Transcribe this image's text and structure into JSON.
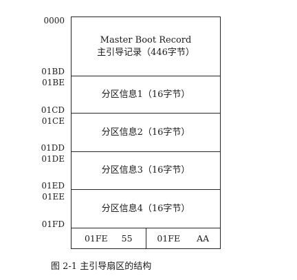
{
  "addresses": [
    "0000",
    "01BD",
    "01BE",
    "01CD",
    "01CE",
    "01DD",
    "01DE",
    "01ED",
    "01EE",
    "01FD"
  ],
  "mbr": {
    "line1": "Master Boot Record",
    "line2": "主引导记录（446字节）"
  },
  "partitions": [
    "分区信息1（16字节）",
    "分区信息2（16字节）",
    "分区信息3（16字节）",
    "分区信息4（16字节）"
  ],
  "signature": [
    {
      "offset": "01FE",
      "value": "55"
    },
    {
      "offset": "01FE",
      "value": "AA"
    }
  ],
  "caption": "图 2-1   主引导扇区的结构"
}
